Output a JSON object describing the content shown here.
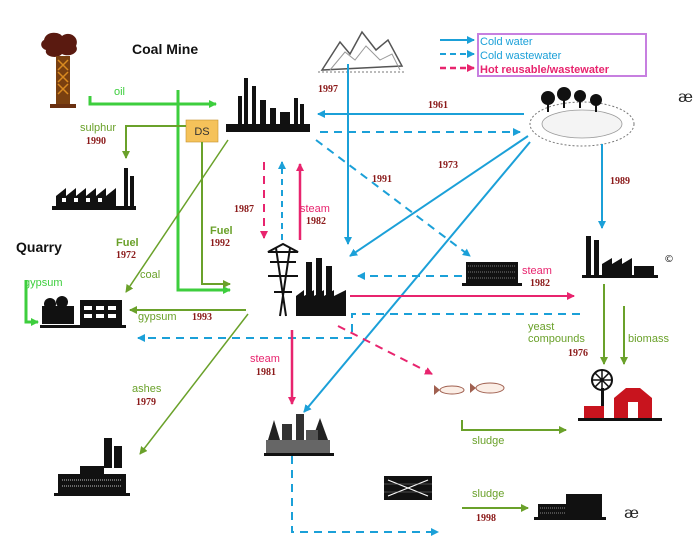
{
  "titles": {
    "coal_mine": "Coal Mine",
    "quarry": "Quarry"
  },
  "legend": {
    "cold_water": "Cold water",
    "cold_wastewater": "Cold wastewater",
    "hot_water": "Hot reusable/wastewater"
  },
  "labels": {
    "oil": "oil",
    "sulphur": "sulphur",
    "sulphur_year": "1990",
    "ds": "DS",
    "fuel1": "Fuel",
    "fuel1_year": "1972",
    "fuel2": "Fuel",
    "fuel2_year": "1992",
    "coal": "coal",
    "gypsum_top": "gypsum",
    "gypsum": "gypsum",
    "gypsum_year": "1993",
    "y1997": "1997",
    "y1961": "1961",
    "y1973": "1973",
    "y1991": "1991",
    "y1989": "1989",
    "y1987": "1987",
    "steam1": "steam",
    "steam1_year": "1982",
    "steam2": "steam",
    "steam2_year": "1982",
    "yeast": "yeast",
    "compounds": "compounds",
    "yeast_year": "1976",
    "biomass": "biomass",
    "ashes": "ashes",
    "ashes_year": "1979",
    "steam3": "steam",
    "steam3_year": "1981",
    "sludge1": "sludge",
    "sludge2": "sludge",
    "sludge2_year": "1998",
    "ae1": "æ",
    "ae2": "æ",
    "copyright": "©"
  },
  "colors": {
    "cold_water": "#1ba0d8",
    "hot_water": "#e8246e",
    "material": "#6aa12a",
    "bright_green": "#3dce3d",
    "year": "#8b1a1a",
    "legend_border": "#c77fe0",
    "ds_box": "#f5c25a"
  }
}
